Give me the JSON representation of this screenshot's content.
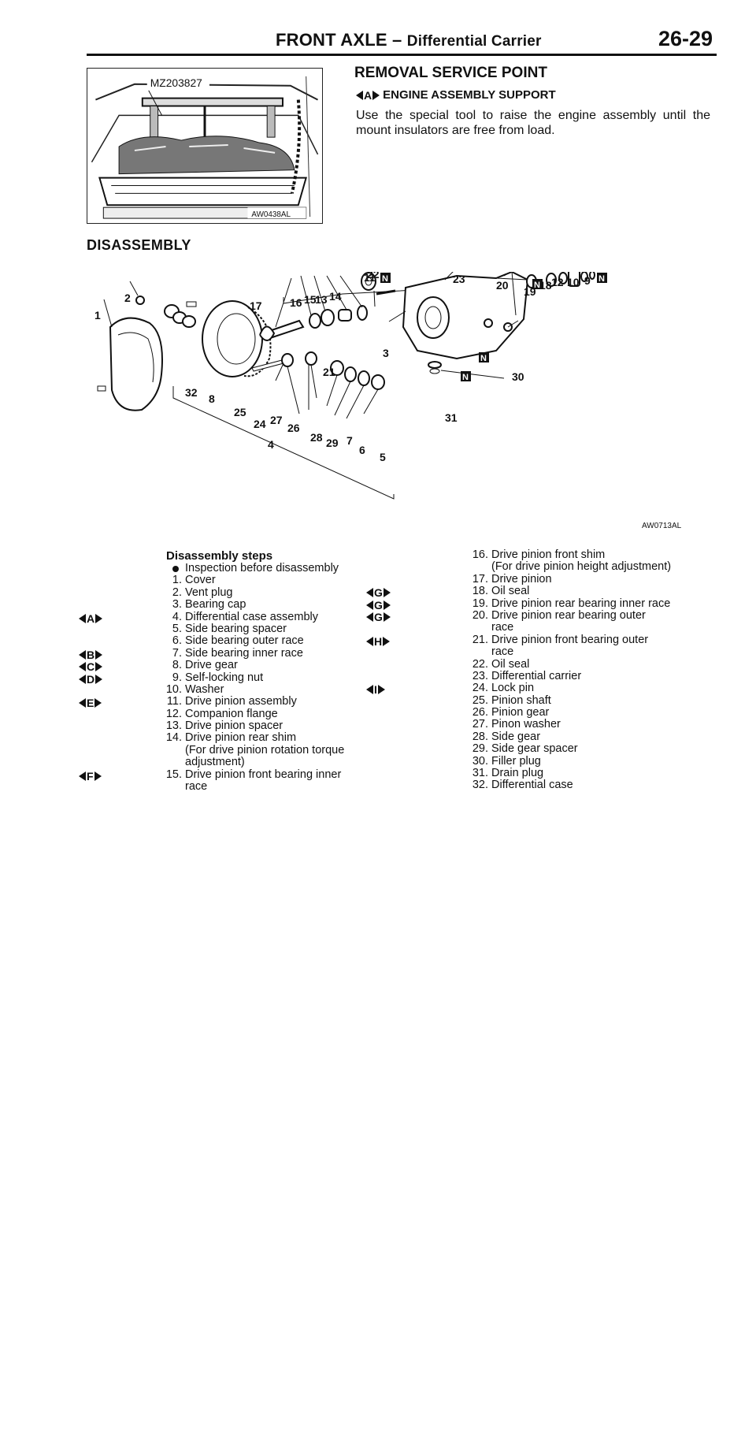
{
  "header": {
    "title": "FRONT AXLE –",
    "subtitle": "Differential Carrier",
    "page": "26-29"
  },
  "photo": {
    "tool_label": "MZ203827",
    "image_code": "AW0438AL"
  },
  "removal": {
    "title": "REMOVAL SERVICE POINT",
    "item_marker": "A",
    "item_title": "ENGINE ASSEMBLY SUPPORT",
    "body": "Use the special tool to raise the engine assembly until the mount insulators are free from load."
  },
  "disassembly": {
    "title": "DISASSEMBLY",
    "image_code": "AW0713AL",
    "callouts": [
      "1",
      "2",
      "3",
      "4",
      "5",
      "6",
      "7",
      "8",
      "9",
      "10",
      "11",
      "12",
      "13",
      "14",
      "15",
      "16",
      "17",
      "18",
      "19",
      "20",
      "21",
      "22",
      "23",
      "24",
      "25",
      "26",
      "27",
      "28",
      "29",
      "30",
      "31",
      "32"
    ],
    "n_mark": "N"
  },
  "steps": {
    "title": "Disassembly steps",
    "inspection": "Inspection before disassembly",
    "left": [
      {
        "num": "1.",
        "text": "Cover",
        "marker": ""
      },
      {
        "num": "2.",
        "text": "Vent plug",
        "marker": ""
      },
      {
        "num": "3.",
        "text": "Bearing cap",
        "marker": ""
      },
      {
        "num": "4.",
        "text": "Differential case assembly",
        "marker": "A"
      },
      {
        "num": "5.",
        "text": "Side bearing spacer",
        "marker": ""
      },
      {
        "num": "6.",
        "text": "Side bearing outer race",
        "marker": ""
      },
      {
        "num": "7.",
        "text": "Side bearing inner race",
        "marker": "B"
      },
      {
        "num": "8.",
        "text": "Drive gear",
        "marker": "C"
      },
      {
        "num": "9.",
        "text": "Self-locking nut",
        "marker": "D"
      },
      {
        "num": "10.",
        "text": "Washer",
        "marker": ""
      },
      {
        "num": "11.",
        "text": "Drive pinion assembly",
        "marker": "E"
      },
      {
        "num": "12.",
        "text": "Companion flange",
        "marker": ""
      },
      {
        "num": "13.",
        "text": "Drive pinion spacer",
        "marker": ""
      },
      {
        "num": "14.",
        "text": "Drive pinion rear shim",
        "marker": ""
      },
      {
        "num": "",
        "text": "(For drive pinion rotation torque",
        "marker": ""
      },
      {
        "num": "",
        "text": "adjustment)",
        "marker": ""
      },
      {
        "num": "15.",
        "text": "Drive pinion front bearing inner",
        "marker": "F"
      },
      {
        "num": "",
        "text": "race",
        "marker": ""
      }
    ],
    "right": [
      {
        "num": "16.",
        "text": "Drive pinion front shim",
        "marker": ""
      },
      {
        "num": "",
        "text": "(For drive pinion height adjustment)",
        "marker": ""
      },
      {
        "num": "17.",
        "text": "Drive pinion",
        "marker": ""
      },
      {
        "num": "18.",
        "text": "Oil seal",
        "marker": "G"
      },
      {
        "num": "19.",
        "text": "Drive pinion rear bearing inner race",
        "marker": "G"
      },
      {
        "num": "20.",
        "text": "Drive pinion rear bearing outer",
        "marker": "G"
      },
      {
        "num": "",
        "text": "race",
        "marker": ""
      },
      {
        "num": "21.",
        "text": "Drive pinion front bearing outer",
        "marker": "H"
      },
      {
        "num": "",
        "text": "race",
        "marker": ""
      },
      {
        "num": "22.",
        "text": "Oil seal",
        "marker": ""
      },
      {
        "num": "23.",
        "text": "Differential carrier",
        "marker": ""
      },
      {
        "num": "24.",
        "text": "Lock pin",
        "marker": "I"
      },
      {
        "num": "25.",
        "text": "Pinion shaft",
        "marker": ""
      },
      {
        "num": "26.",
        "text": "Pinion gear",
        "marker": ""
      },
      {
        "num": "27.",
        "text": "Pinon washer",
        "marker": ""
      },
      {
        "num": "28.",
        "text": "Side gear",
        "marker": ""
      },
      {
        "num": "29.",
        "text": "Side gear spacer",
        "marker": ""
      },
      {
        "num": "30.",
        "text": "Filler plug",
        "marker": ""
      },
      {
        "num": "31.",
        "text": "Drain plug",
        "marker": ""
      },
      {
        "num": "32.",
        "text": "Differential case",
        "marker": ""
      }
    ]
  }
}
